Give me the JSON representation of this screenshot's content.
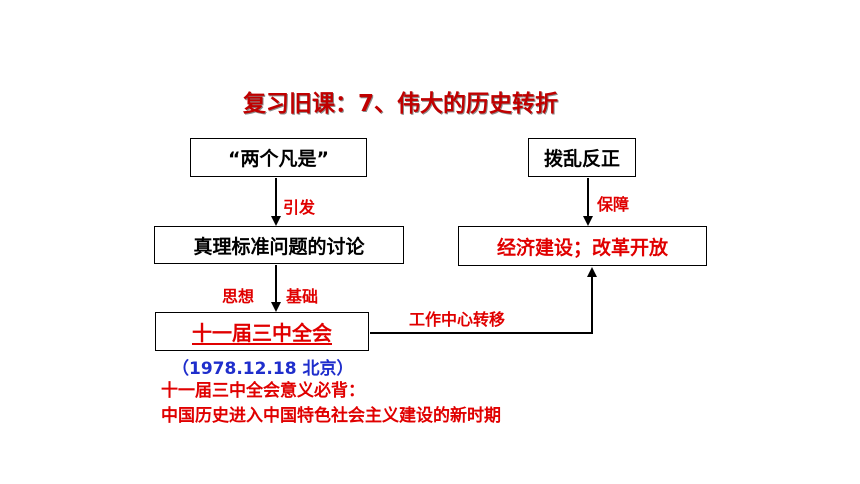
{
  "title": "复习旧课：7、伟大的历史转折",
  "nodes": {
    "two_whatevers": "“两个凡是”",
    "set_right": "拨乱反正",
    "truth_debate": "真理标准问题的讨论",
    "economy_reform": "经济建设；改革开放",
    "third_plenum": "十一届三中全会"
  },
  "edge_labels": {
    "trigger": "引发",
    "guarantee": "保障",
    "thought": "思想",
    "foundation": "基础",
    "shift_focus": "工作中心转移"
  },
  "notes": {
    "date_place": "（1978.12.18  北京）",
    "significance_heading": "十一届三中全会意义必背：",
    "significance_text": "中国历史进入中国特色社会主义建设的新时期"
  }
}
